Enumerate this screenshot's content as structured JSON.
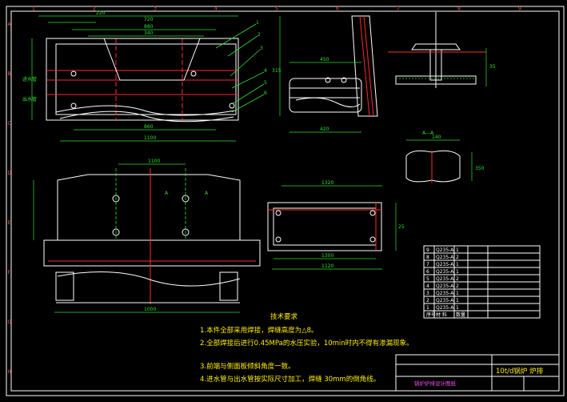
{
  "border": {
    "top_cols": [
      "1",
      "2",
      "3",
      "4",
      "5",
      "6",
      "7",
      "8",
      "9"
    ],
    "side_rows": [
      "A",
      "B",
      "C",
      "D",
      "E",
      "F",
      "G",
      "H"
    ]
  },
  "tech": {
    "title": "技术要求",
    "lines": [
      "1.本件全部采用焊接，焊缝高度为△8。",
      "2.全部焊接后进行0.45MPa的水压实验，10min时内不得有渗漏现象。",
      "3.前端与侧面板倾斜角度一致。",
      "4.进水管与出水管按实际尺寸加工，焊缝 30mm的倒角线。"
    ]
  },
  "title_block": {
    "name": "10t/d锅炉 炉排",
    "note": "锅炉炉排设计图纸"
  },
  "labels": {
    "inlet": "进水管",
    "outlet": "出水管",
    "section": "A—A",
    "callouts": [
      "1",
      "2",
      "3",
      "4",
      "5",
      "6"
    ],
    "section_marks": [
      "A",
      "A"
    ]
  },
  "dims": {
    "front_top": [
      "220",
      "720",
      "880",
      "340"
    ],
    "front_bottom": [
      "860",
      "1100"
    ],
    "side": [
      "450",
      "420",
      "315"
    ],
    "plan": [
      "1100",
      "1000",
      "1320",
      "1300",
      "1120"
    ],
    "detail": [
      "35",
      "25",
      "140",
      "350"
    ]
  },
  "parts_table": {
    "rows": [
      [
        "9",
        "Q235-A",
        "1"
      ],
      [
        "8",
        "Q235-A",
        "2"
      ],
      [
        "7",
        "Q235-A",
        "1"
      ],
      [
        "6",
        "Q235-A",
        "1"
      ],
      [
        "5",
        "Q235-A",
        "2"
      ],
      [
        "4",
        "Q235-A",
        "2"
      ],
      [
        "3",
        "Q235-A",
        "1"
      ],
      [
        "2",
        "Q235-A",
        "1"
      ],
      [
        "1",
        "Q235-A",
        "1"
      ],
      [
        "序号",
        "材 料",
        "数量"
      ]
    ]
  }
}
